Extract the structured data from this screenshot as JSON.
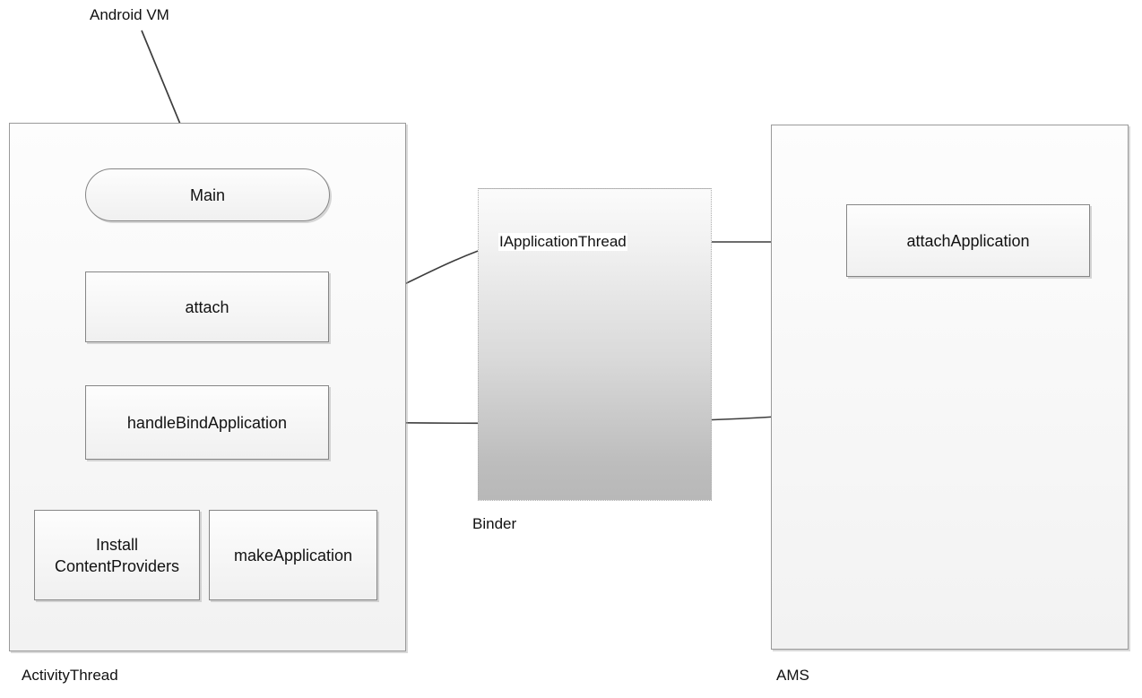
{
  "diagram": {
    "title_label": "Android VM",
    "lanes": [
      {
        "id": "activity-thread",
        "label": "ActivityThread"
      },
      {
        "id": "ams",
        "label": "AMS"
      }
    ],
    "binder": {
      "label": "Binder"
    },
    "nodes": {
      "main": "Main",
      "attach": "attach",
      "handle_bind_application": "handleBindApplication",
      "install_content_providers": "Install\nContentProviders",
      "make_application": "makeApplication",
      "attach_application": "attachApplication"
    },
    "edges": [
      {
        "id": "vm-to-main",
        "label": "",
        "from": "Android VM",
        "to": "Main"
      },
      {
        "id": "main-to-attach",
        "label": "",
        "from": "Main",
        "to": "attach"
      },
      {
        "id": "attach-to-binder",
        "label": "IApplicationThread",
        "from": "attach",
        "to": "attachApplication"
      },
      {
        "id": "binder-to-attachapplication",
        "label": "",
        "from": "IApplicationThread",
        "to": "attachApplication"
      },
      {
        "id": "attachapplication-to-handlebind",
        "label": "",
        "from": "attachApplication",
        "to": "handleBindApplication"
      },
      {
        "id": "handlebind-to-install",
        "label": "",
        "from": "handleBindApplication",
        "to": "InstallContentProviders"
      },
      {
        "id": "handlebind-to-make",
        "label": "",
        "from": "handleBindApplication",
        "to": "makeApplication"
      }
    ],
    "colors": {
      "stroke": "#3d3d3d",
      "node_border": "#868686",
      "lane_border": "#9a9a9a",
      "binder_top": "#fbfbfb",
      "binder_bottom": "#b8b8b8",
      "text": "#121212",
      "background": "#ffffff"
    }
  }
}
